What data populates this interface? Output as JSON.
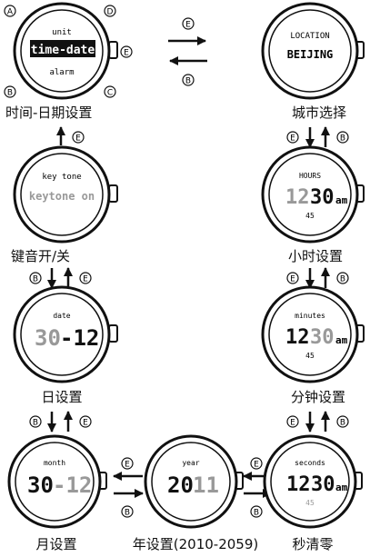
{
  "buttons": {
    "a": "A",
    "b": "B",
    "c": "C",
    "d": "D",
    "e": "E"
  },
  "watches": {
    "time_date": {
      "top": "unit",
      "mid": "time-date",
      "bottom": "alarm",
      "caption": "时间-日期设置"
    },
    "city": {
      "top": "LOCATION",
      "mid": "BEIJING",
      "caption": "城市选择"
    },
    "keytone": {
      "top": "key tone",
      "mid": "keytone on",
      "caption": "键音开/关"
    },
    "hours": {
      "top": "HOURS",
      "mid_a": "12",
      "mid_b": "30",
      "suffix": "am",
      "bottom": "45",
      "caption": "小时设置"
    },
    "date": {
      "top": "date",
      "mid_a": "30",
      "mid_b": "-12",
      "caption": "日设置"
    },
    "minutes": {
      "top": "minutes",
      "mid_a": "12",
      "mid_b": "30",
      "suffix": "am",
      "bottom": "45",
      "caption": "分钟设置"
    },
    "month": {
      "top": "month",
      "mid_a": "30",
      "mid_b": "-12",
      "caption": "月设置"
    },
    "year": {
      "top": "year",
      "mid_a": "20",
      "mid_b": "11",
      "caption": "年设置(2010-2059)"
    },
    "seconds": {
      "top": "seconds",
      "mid_a": "12",
      "mid_b": "30",
      "suffix": "am",
      "bottom": "45",
      "caption": "秒清零"
    }
  }
}
